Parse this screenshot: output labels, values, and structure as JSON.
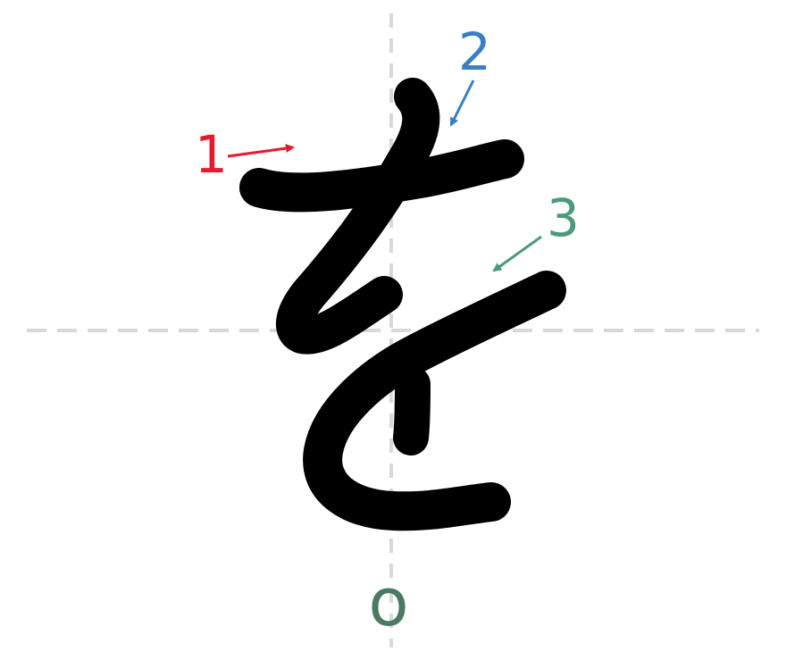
{
  "character": {
    "glyph": "を",
    "romaji": "o",
    "romaji_color": "#4a7a62",
    "glyph_color": "#000000"
  },
  "guides": {
    "color": "#d5d9d8",
    "style": "dashed"
  },
  "strokes": [
    {
      "number": "1",
      "color": "#e8192c"
    },
    {
      "number": "2",
      "color": "#3a7fc4"
    },
    {
      "number": "3",
      "color": "#4c9a7a"
    }
  ]
}
